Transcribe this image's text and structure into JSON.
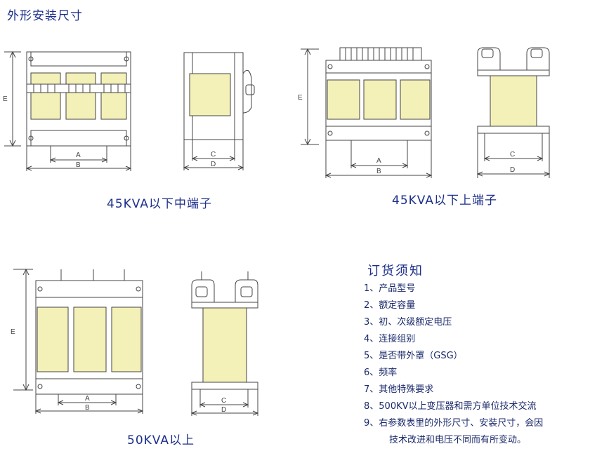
{
  "page_title": "外形安装尺寸",
  "dims": {
    "a": "A",
    "b": "B",
    "c": "C",
    "d": "D",
    "e": "E"
  },
  "captions": {
    "mid": "45KVA以下中端子",
    "top": "45KVA以下上端子",
    "large": "50KVA以上"
  },
  "notes": {
    "title": "订货须知",
    "items": [
      "1、产品型号",
      "2、额定容量",
      "3、初、次级额定电压",
      "4、连接组别",
      "5、是否带外罩（GSG）",
      "6、频率",
      "7、其他特殊要求",
      "8、500KV以上变压器和需方单位技术交流",
      "9、右参数表里的外形尺寸、安装尺寸，会因",
      "技术改进和电压不同而有所变动。"
    ]
  },
  "colors": {
    "coil": "#f3f1b8",
    "line": "#444444",
    "text": "#1c2f8a"
  }
}
